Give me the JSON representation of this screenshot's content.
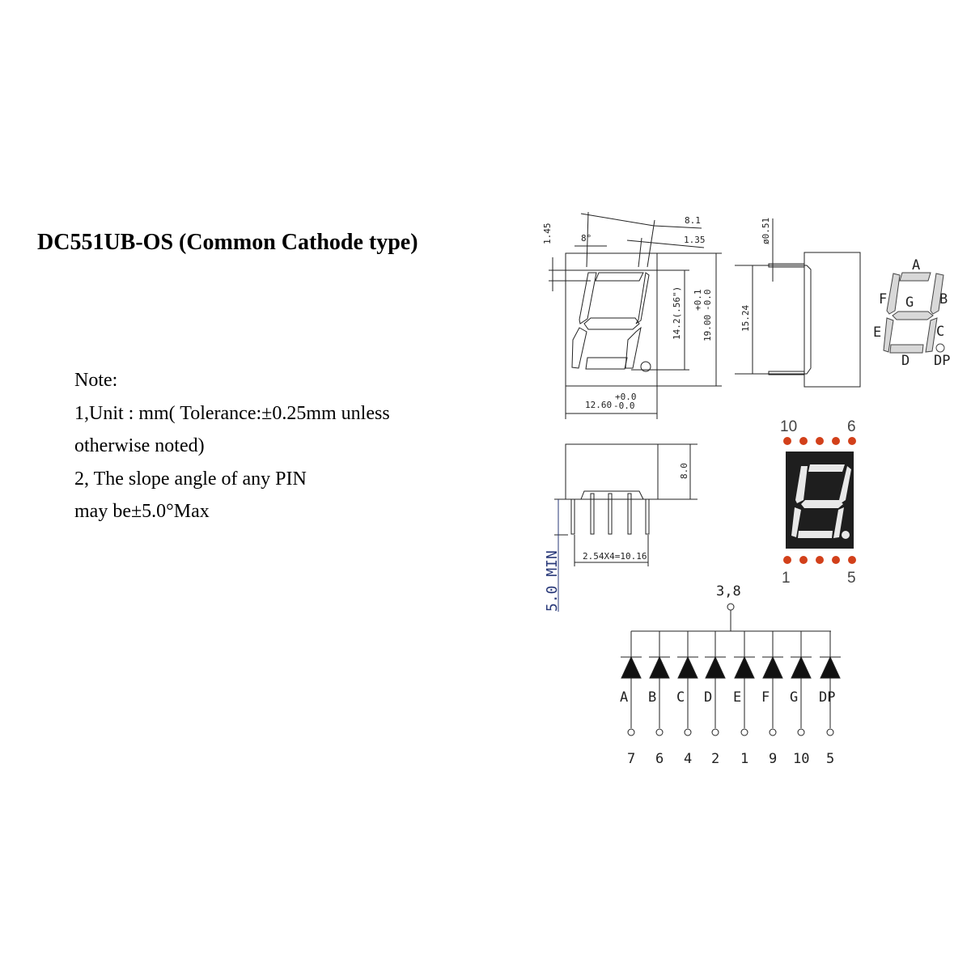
{
  "title": "DC551UB-OS (Common Cathode type)",
  "notes": [
    "Note:",
    "1,Unit : mm( Tolerance:±0.25mm unless",
    "otherwise noted)",
    "2, The slope angle of any PIN",
    "may be±5.0°Max"
  ],
  "dimensions": {
    "d1": "8.1",
    "d2": "1.35",
    "d3": "1.45",
    "angle": "8°",
    "digit_height": "14.2(.56\")",
    "height": "19.00",
    "height_tol_plus": "+0.1",
    "height_tol_minus": "-0.0",
    "width": "12.60",
    "width_tol_plus": "+0.0",
    "width_tol_minus": "-0.0",
    "pin_dia": "ø0.51",
    "row_spacing": "15.24",
    "depth": "8.0",
    "pin_pitch": "2.54X4=10.16",
    "pin_length": "5.0 MIN"
  },
  "segments": [
    "A",
    "B",
    "C",
    "D",
    "E",
    "F",
    "G",
    "DP"
  ],
  "pinout": {
    "top_left": "10",
    "top_right": "6",
    "bottom_left": "1",
    "bottom_right": "5"
  },
  "colors": {
    "pin_dot": "#d2401a",
    "display_bg": "#1e1e1e",
    "segment_fill": "#d8d8d8",
    "dim_blue": "#2a3a7a"
  },
  "circuit": {
    "common": "3,8",
    "labels": [
      "A",
      "B",
      "C",
      "D",
      "E",
      "F",
      "G",
      "DP"
    ],
    "pins": [
      "7",
      "6",
      "4",
      "2",
      "1",
      "9",
      "10",
      "5"
    ]
  }
}
